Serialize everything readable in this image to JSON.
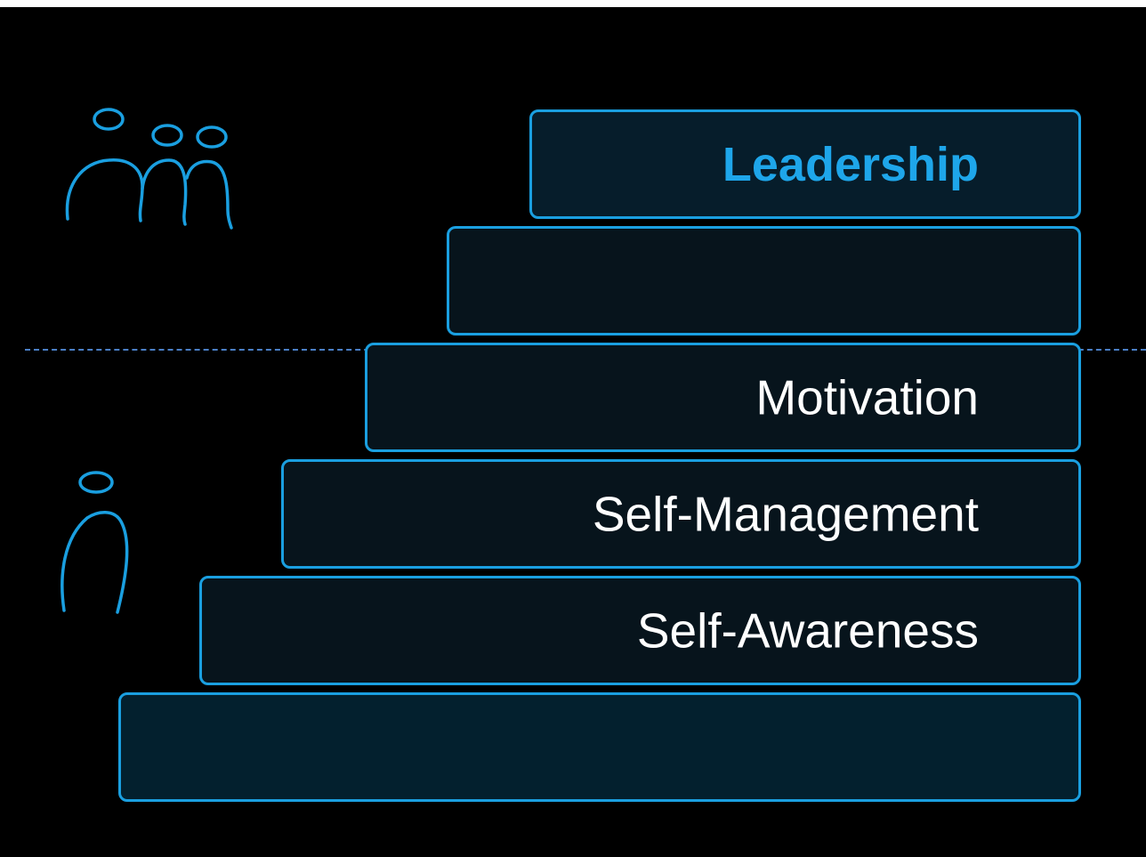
{
  "steps": [
    {
      "label": "Leadership"
    },
    {
      "label": ""
    },
    {
      "label": "Motivation"
    },
    {
      "label": "Self-Management"
    },
    {
      "label": "Self-Awareness"
    },
    {
      "label": ""
    }
  ],
  "icons": {
    "group": "group-of-people-icon",
    "person": "single-person-icon"
  },
  "colors": {
    "background": "#000000",
    "outline": "#1a9fe0",
    "highlight_text": "#1ea6ea",
    "text": "#ffffff",
    "divider": "#4a7fc6"
  }
}
